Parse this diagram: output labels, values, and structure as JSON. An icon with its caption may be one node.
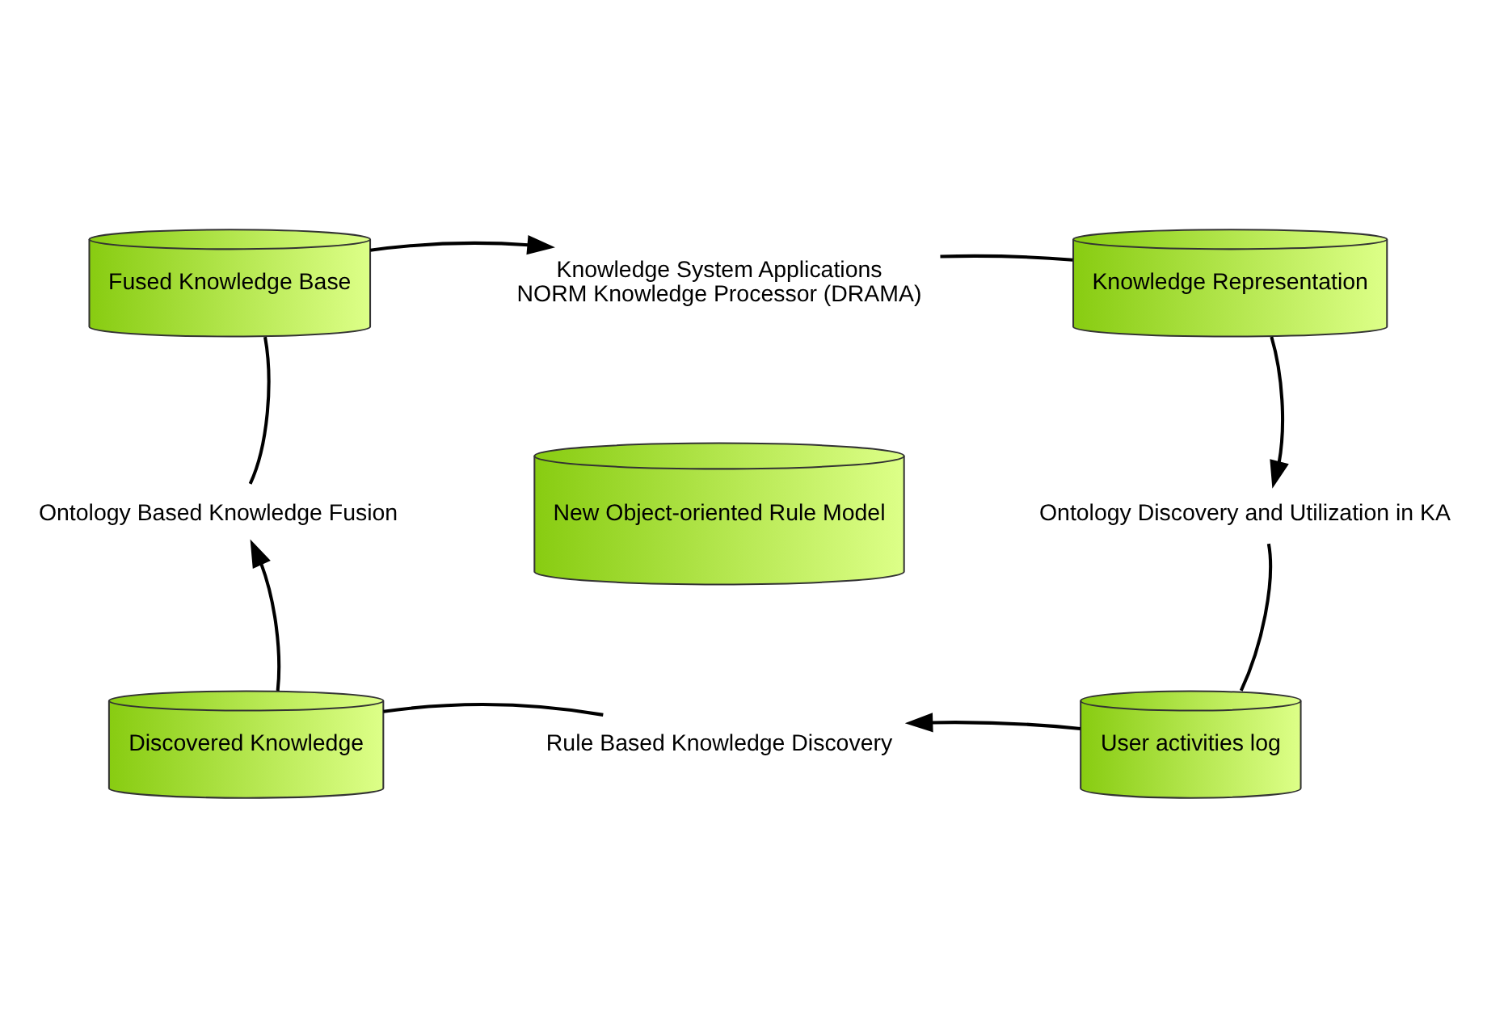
{
  "diagram": {
    "nodes": [
      {
        "text": [
          "Fused Knowledge Base"
        ]
      },
      {
        "text": [
          "Knowledge System Applications",
          "NORM Knowledge Processor (DRAMA)"
        ]
      },
      {
        "text": [
          "Knowledge Representation"
        ]
      },
      {
        "text": [
          "Ontology Discovery and Utilization in KA"
        ]
      },
      {
        "text": [
          "User activities log"
        ]
      },
      {
        "text": [
          "Rule Based Knowledge Discovery"
        ]
      },
      {
        "text": [
          "Discovered Knowledge"
        ]
      },
      {
        "text": [
          "Ontology Based Knowledge Fusion"
        ]
      },
      {
        "text": [
          "New Object-oriented Rule Model"
        ]
      }
    ],
    "edges": [
      {
        "from": 0,
        "to": 1,
        "arrow": "to"
      },
      {
        "from": 1,
        "to": 2,
        "arrow": "none"
      },
      {
        "from": 2,
        "to": 3,
        "arrow": "to"
      },
      {
        "from": 3,
        "to": 4,
        "arrow": "none"
      },
      {
        "from": 4,
        "to": 5,
        "arrow": "to"
      },
      {
        "from": 5,
        "to": 6,
        "arrow": "none"
      },
      {
        "from": 6,
        "to": 7,
        "arrow": "to"
      },
      {
        "from": 7,
        "to": 0,
        "arrow": "none"
      }
    ]
  }
}
